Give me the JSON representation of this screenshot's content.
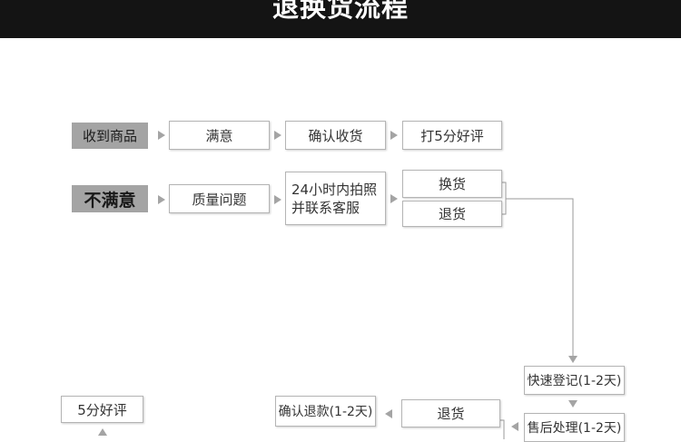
{
  "header": {
    "title": "退换货流程"
  },
  "rows": {
    "satisfied": {
      "label": "收到商品",
      "steps": [
        "满意",
        "确认收货",
        "打5分好评"
      ]
    },
    "unsatisfied": {
      "label": "不满意",
      "problem": "质量问题",
      "photo": [
        "24小时内拍照",
        "并联系客服"
      ],
      "options": [
        "换货",
        "退货"
      ]
    }
  },
  "return_flow": {
    "register": "快速登记(1-2天)",
    "aftersale": "售后处理(1-2天)",
    "return": "退货",
    "confirm_refund": "确认退款(1-2天)",
    "review": "5分好评"
  }
}
